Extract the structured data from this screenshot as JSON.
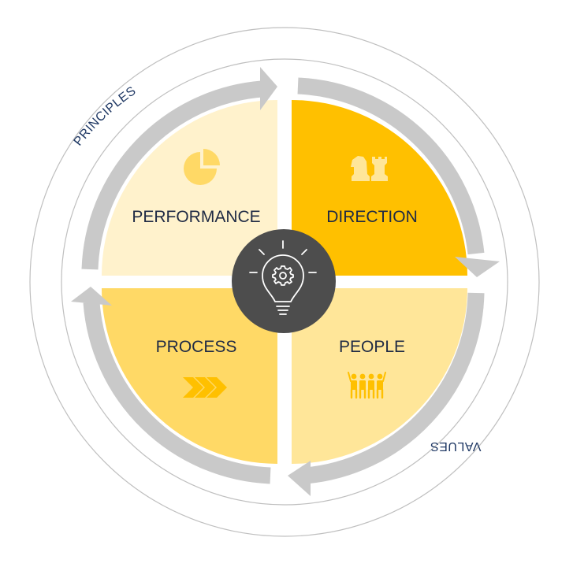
{
  "quadrants": {
    "performance": {
      "label": "PERFORMANCE",
      "color": "#FFF2CC",
      "icon": "pie-chart-icon",
      "icon_color": "#FFD966"
    },
    "direction": {
      "label": "DIRECTION",
      "color": "#FFC000",
      "icon": "chess-pieces-icon",
      "icon_color": "#FFE699"
    },
    "people": {
      "label": "PEOPLE",
      "color": "#FFE699",
      "icon": "people-group-icon",
      "icon_color": "#FFC000"
    },
    "process": {
      "label": "PROCESS",
      "color": "#FFD966",
      "icon": "chevrons-icon",
      "icon_color": "#FFC000"
    }
  },
  "center": {
    "icon": "lightbulb-gear-icon",
    "color": "#4D4D4D"
  },
  "ring": {
    "top_left_label": "PRINCIPLES",
    "bottom_right_label": "VALUES",
    "stroke_color": "#BFBFBF"
  },
  "arrow_color": "#C9C9C9"
}
